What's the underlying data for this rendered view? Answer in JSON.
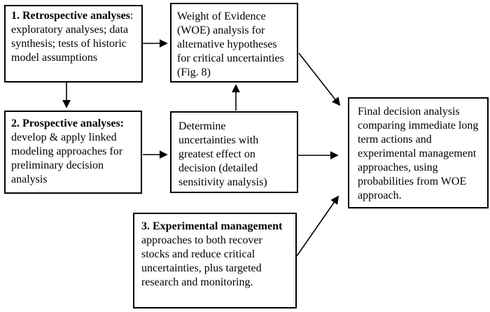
{
  "colors": {
    "background": "#ffffff",
    "line": "#000000",
    "text": "#000000"
  },
  "boxes": {
    "retrospective": {
      "bold": "1. Retrospective analyses",
      "rest": ": exploratory analyses; data synthesis; tests of historic model assumptions"
    },
    "woe": {
      "text": "Weight of Evidence (WOE) analysis for alternative hypotheses for critical uncertainties (Fig. 8)"
    },
    "prospective": {
      "bold": "2. Prospective analyses:",
      "rest": " develop & apply linked modeling approaches for preliminary decision analysis"
    },
    "determine": {
      "text": "Determine uncertainties with greatest effect on decision (detailed sensitivity analysis)"
    },
    "experimental": {
      "bold": "3. Experimental management",
      "rest": " approaches to both recover stocks and reduce critical uncertainties, plus targeted research and monitoring."
    },
    "final": {
      "text": "Final decision analysis comparing immediate long term actions and experimental management approaches, using probabilities from WOE approach."
    }
  },
  "arrows": [
    {
      "id": "retrospective-to-woe",
      "from": "retrospective",
      "to": "woe"
    },
    {
      "id": "retrospective-to-prospective",
      "from": "retrospective",
      "to": "prospective"
    },
    {
      "id": "prospective-to-determine",
      "from": "prospective",
      "to": "determine"
    },
    {
      "id": "determine-to-woe",
      "from": "determine",
      "to": "woe"
    },
    {
      "id": "woe-to-final",
      "from": "woe",
      "to": "final"
    },
    {
      "id": "determine-to-final",
      "from": "determine",
      "to": "final"
    },
    {
      "id": "experimental-to-final",
      "from": "experimental",
      "to": "final"
    }
  ]
}
